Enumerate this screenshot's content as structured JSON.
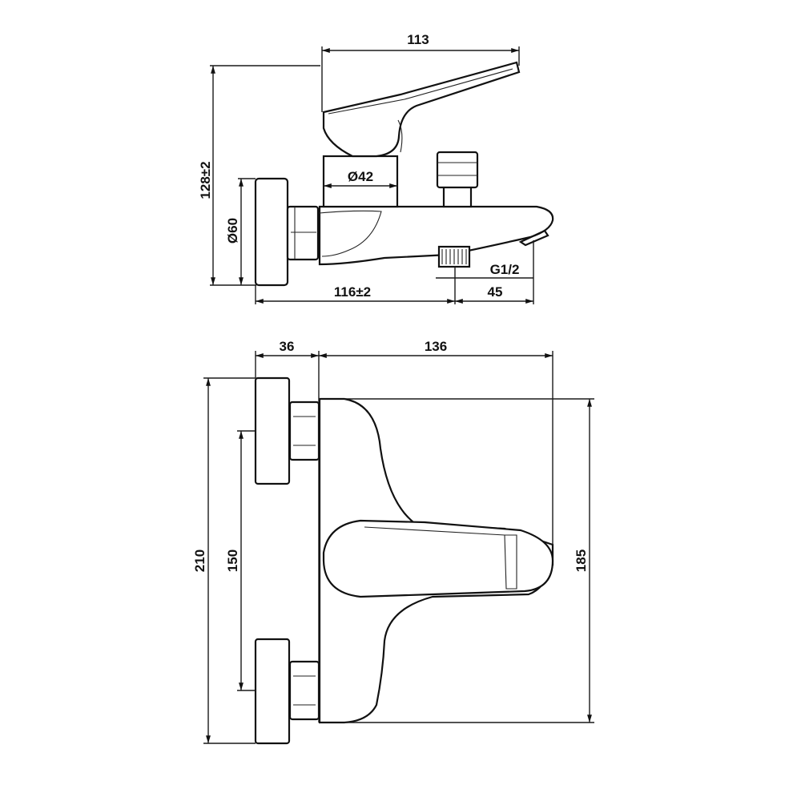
{
  "top_view": {
    "dim_lever_length": "113",
    "dim_height": "128±2",
    "dim_body_diameter": "Ø42",
    "dim_flange_diameter": "Ø60",
    "dim_spout_distance": "116±2",
    "dim_outlet_offset": "45",
    "dim_thread": "G1/2"
  },
  "front_view": {
    "dim_flange_depth": "36",
    "dim_body_length": "136",
    "dim_total_width": "210",
    "dim_centers": "150",
    "dim_body_width": "185"
  }
}
